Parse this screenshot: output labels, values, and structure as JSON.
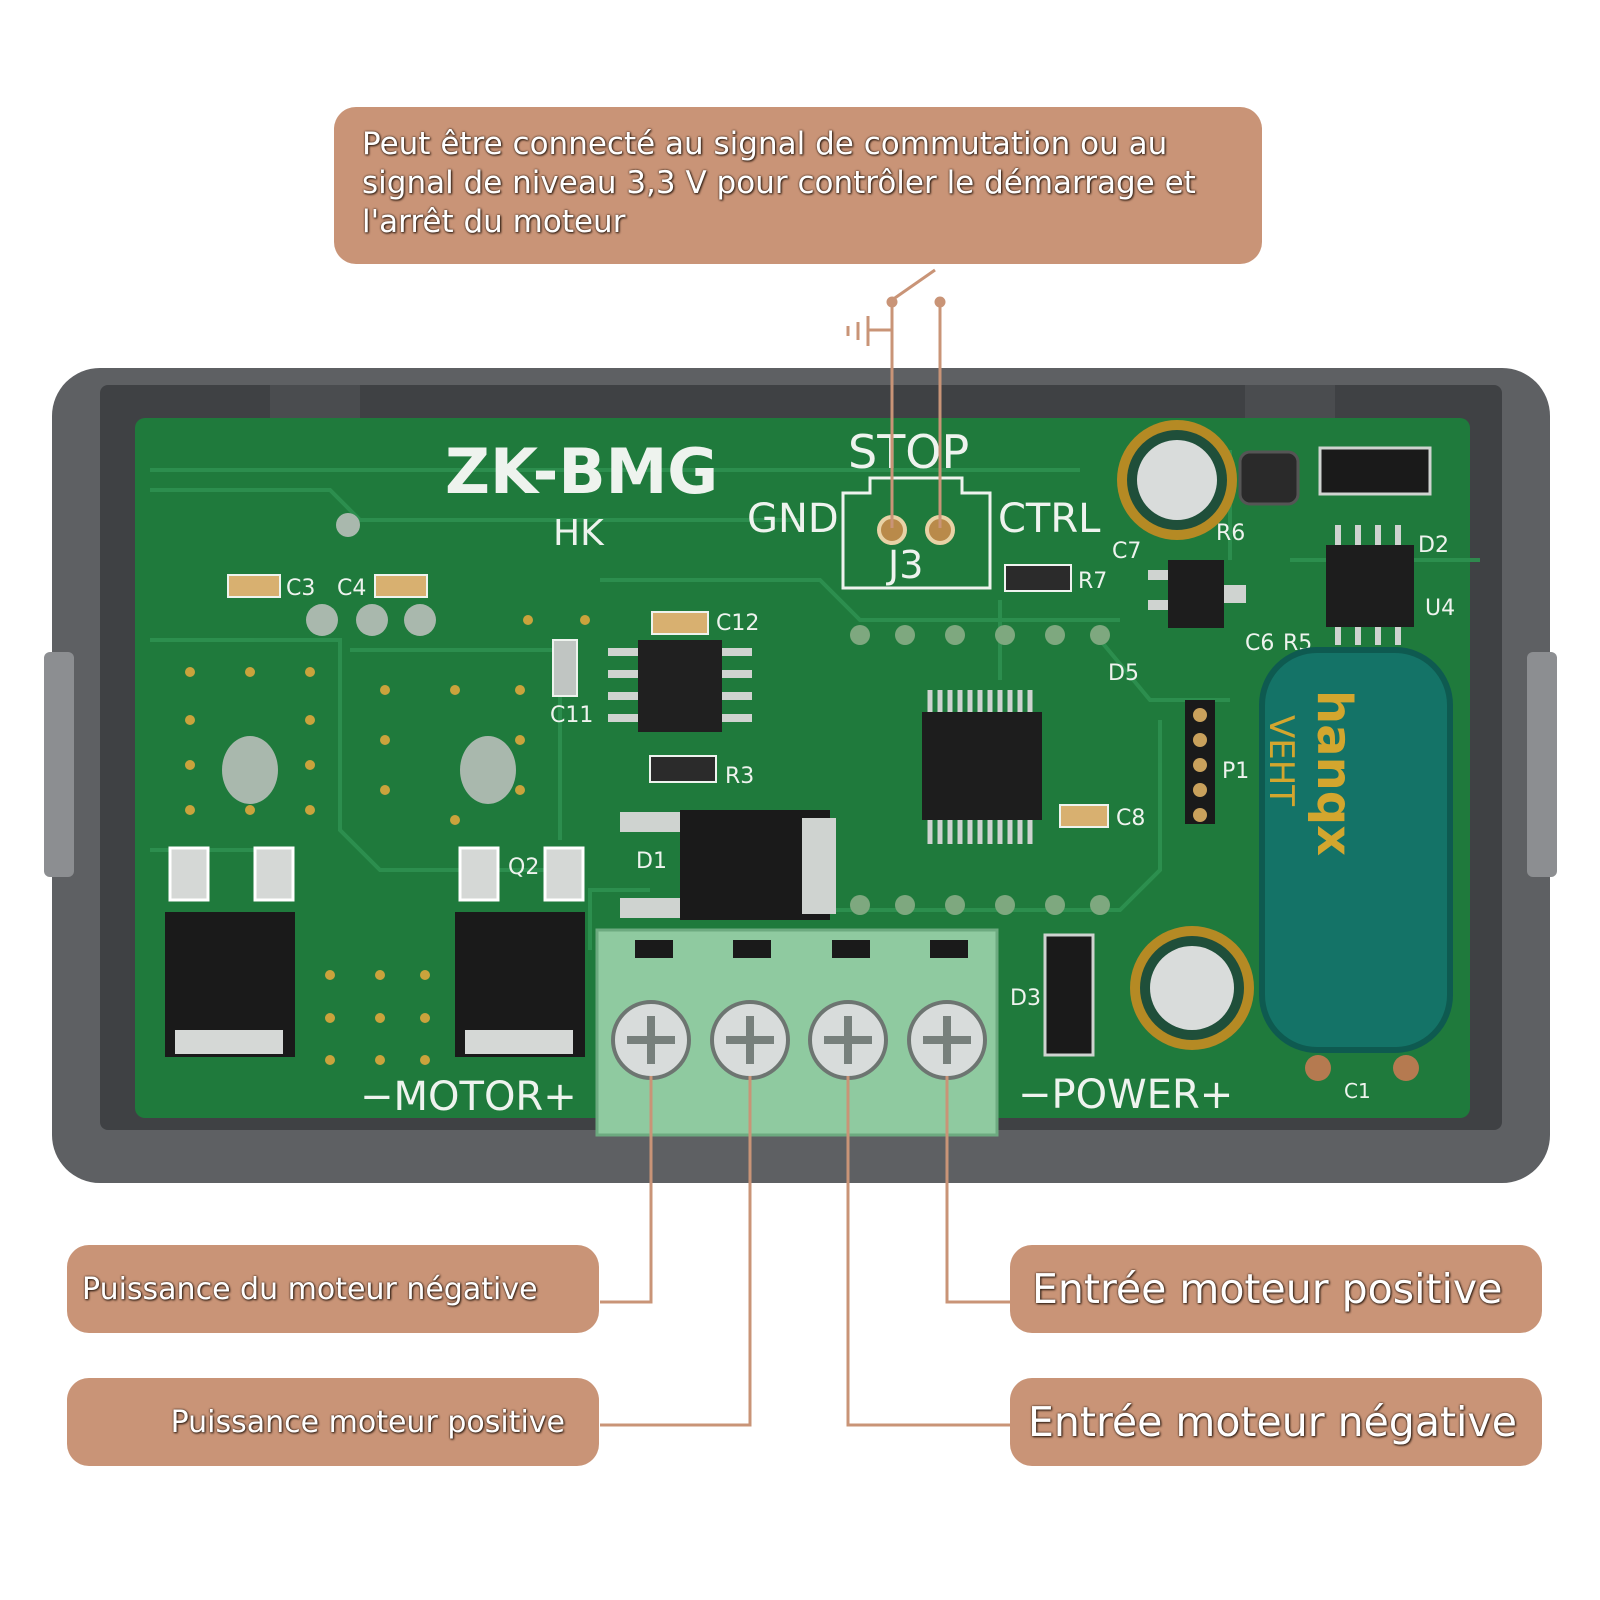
{
  "callouts": {
    "top": "Peut être connecté au signal de commutation ou au signal de niveau 3,3 V pour contrôler le démarrage et l'arrêt du moteur",
    "motor_negative_power": "Puissance du moteur négative",
    "motor_positive_power": "Puissance moteur positive",
    "motor_input_positive": "Entrée moteur positive",
    "motor_input_negative": "Entrée moteur négative"
  },
  "board": {
    "model": "ZK-BMG",
    "brand": "HK",
    "stop_label": "STOP",
    "gnd_label": "GND",
    "ctrl_label": "CTRL",
    "j3_label": "J3",
    "motor_label": "−MOTOR+",
    "power_label": "−POWER+",
    "components": {
      "c3": "C3",
      "c4": "C4",
      "c12": "C12",
      "c11": "C11",
      "r3": "R3",
      "d1": "D1",
      "q2": "Q2",
      "c8": "C8",
      "d5": "D5",
      "p1": "P1",
      "d3": "D3",
      "r6": "R6",
      "d2": "D2",
      "c7": "C7",
      "r7": "R7",
      "c6": "C6",
      "r5": "R5",
      "u4": "U4",
      "c1": "C1"
    },
    "capacitor_brand": "hanqx",
    "capacitor_series": "VEHT"
  },
  "colors": {
    "callout_fill": "#c99477",
    "pcb_green": "#1f7a3c",
    "case_gray": "#5e6063",
    "terminal_green": "#8fcaa0"
  }
}
